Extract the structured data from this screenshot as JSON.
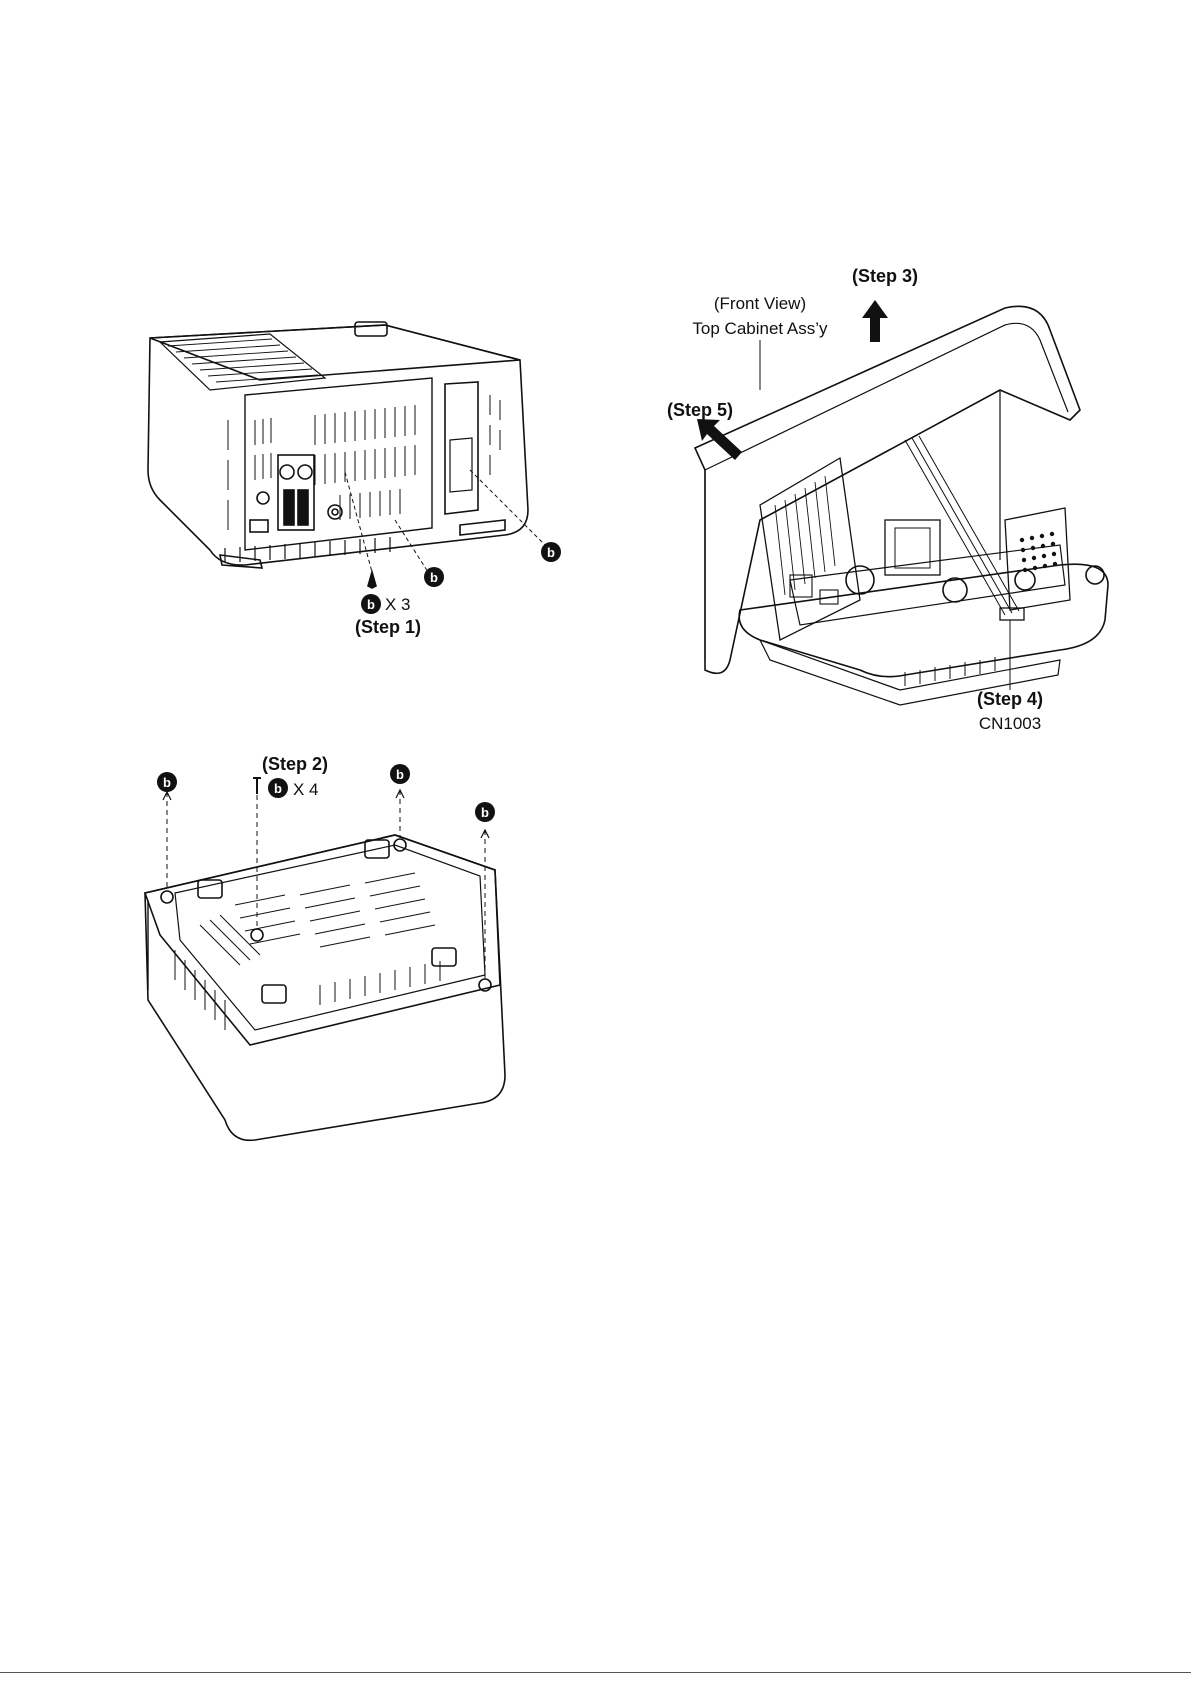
{
  "labels": {
    "step1": "(Step 1)",
    "step2": "(Step 2)",
    "step3": "(Step 3)",
    "step4": "(Step 4)",
    "step5": "(Step 5)",
    "screw_letter": "b",
    "count_step1": "X 3",
    "count_step2": "X 4",
    "front_view": "(Front View)",
    "top_cabinet": "Top Cabinet Ass’y",
    "connector": "CN1003"
  },
  "colors": {
    "ink": "#111111",
    "paper": "#ffffff"
  }
}
